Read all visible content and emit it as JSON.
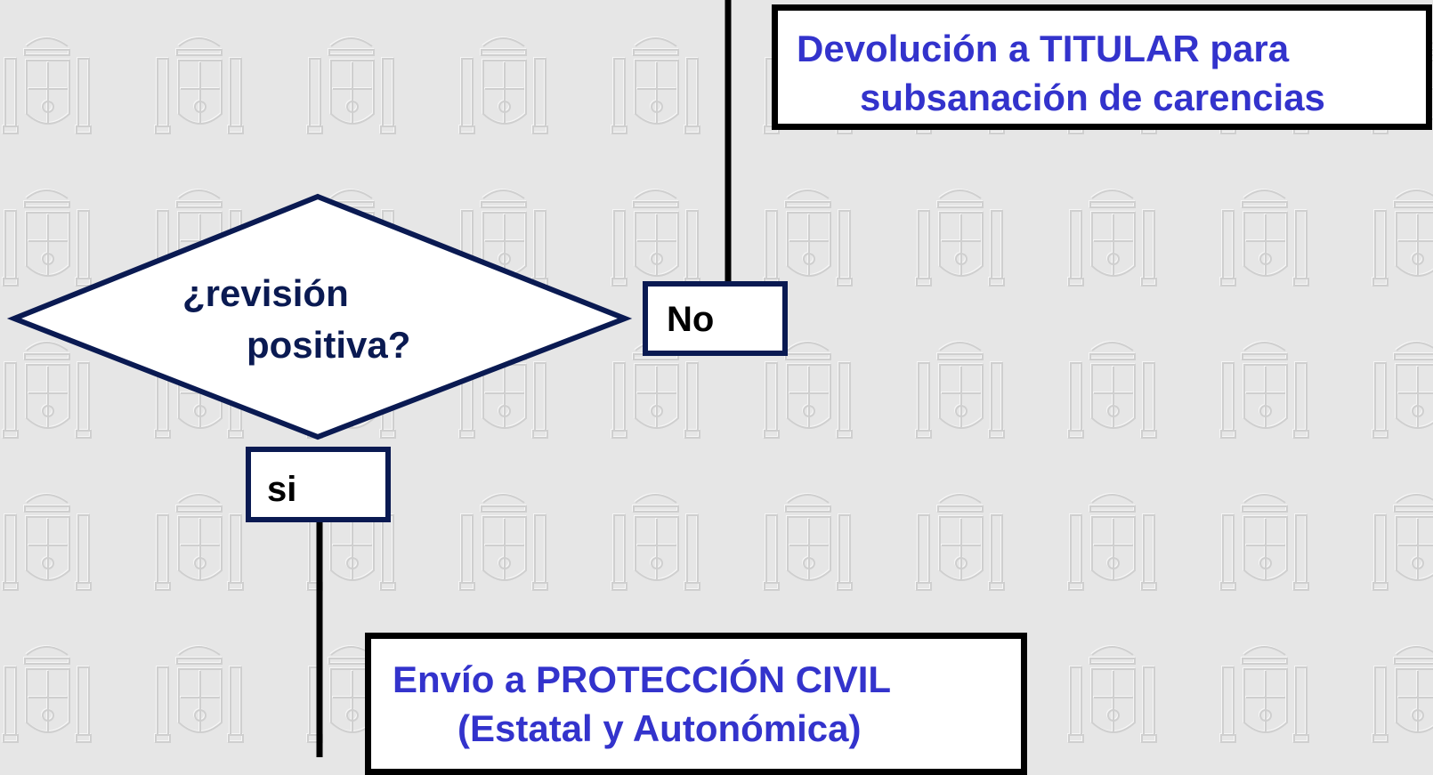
{
  "background": {
    "emblem": "spain-coat-of-arms-watermark-icon",
    "color": "#e6e6e6"
  },
  "colors": {
    "blue_text": "#3333cc",
    "navy_border": "#0a1a52",
    "black": "#000000"
  },
  "nodes": {
    "return_box": {
      "line1": "Devolución a TITULAR para",
      "line2": "subsanación de carencias"
    },
    "decision": {
      "line1": "¿revisión",
      "line2": "positiva?"
    },
    "no_label": "No",
    "si_label": "si",
    "send_box": {
      "line1": "Envío a PROTECCIÓN CIVIL",
      "line2": "(Estatal y Autonómica)"
    }
  }
}
